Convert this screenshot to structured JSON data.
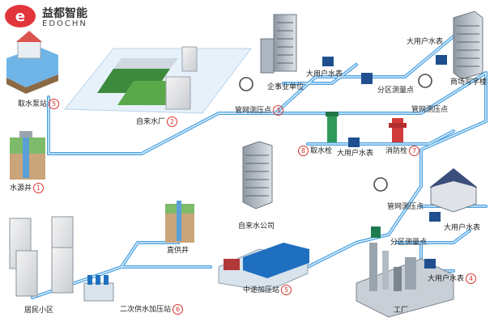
{
  "brand": {
    "name_cn": "益都智能",
    "name_en": "EDOCHN",
    "accent": "#e2353a"
  },
  "colors": {
    "pipe": "#4aa0e0",
    "pipe_light": "#d7ecfb",
    "badge": "#d9342b"
  },
  "labels": {
    "intake_pump": {
      "text": "取水泵站",
      "num": "5"
    },
    "water_well": {
      "text": "水源井",
      "num": "1"
    },
    "water_plant": {
      "text": "自来水厂",
      "num": "2"
    },
    "pipe_pressure_3": {
      "text": "管网测压点",
      "num": "3"
    },
    "enterprise": {
      "text": "企事业单位"
    },
    "big_meter_top": {
      "text": "大用户水表"
    },
    "big_meter_top_left": {
      "text": "大用户水表"
    },
    "zone_meter_top": {
      "text": "分区测量点"
    },
    "office": {
      "text": "商场写字楼"
    },
    "pipe_pressure_right": {
      "text": "管网测压点"
    },
    "hydrant_take": {
      "text": "取水栓",
      "num": "8"
    },
    "big_meter_mid": {
      "text": "大用户水表"
    },
    "fire_hydrant": {
      "text": "消防栓",
      "num": "7"
    },
    "water_company": {
      "text": "自来水公司"
    },
    "pipe_pressure_lower": {
      "text": "管网测压点"
    },
    "big_meter_lower": {
      "text": "大用户水表"
    },
    "zone_meter_lower": {
      "text": "分区测量点"
    },
    "big_meter_factory": {
      "text": "大用户水表",
      "num": "4"
    },
    "factory": {
      "text": "工厂"
    },
    "direct_well": {
      "text": "直供井"
    },
    "booster_mid": {
      "text": "中途加压站",
      "num": "5"
    },
    "residential": {
      "text": "居民小区"
    },
    "secondary_supply": {
      "text": "二次供水加压站",
      "num": "6"
    }
  }
}
